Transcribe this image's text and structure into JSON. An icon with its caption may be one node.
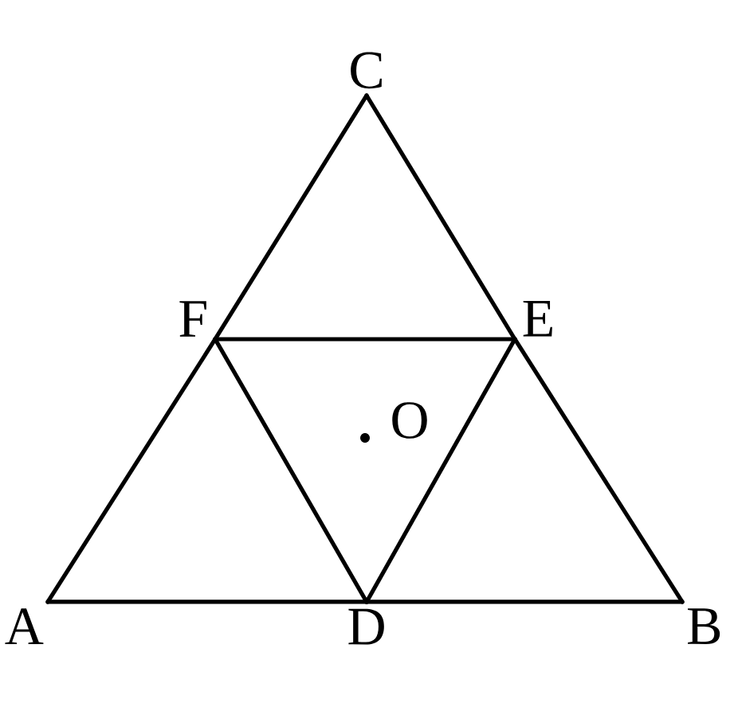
{
  "diagram": {
    "nodes": [
      {
        "text": [
          "A"
        ]
      },
      {
        "text": [
          "B"
        ]
      },
      {
        "text": [
          "C"
        ]
      },
      {
        "text": [
          "D"
        ]
      },
      {
        "text": [
          "E"
        ]
      },
      {
        "text": [
          "F"
        ]
      }
    ],
    "edges": [
      {
        "from": 0,
        "to": 3,
        "arrow": "none"
      },
      {
        "from": 3,
        "to": 1,
        "arrow": "none"
      },
      {
        "from": 1,
        "to": 4,
        "arrow": "none"
      },
      {
        "from": 4,
        "to": 2,
        "arrow": "none"
      },
      {
        "from": 2,
        "to": 5,
        "arrow": "none"
      },
      {
        "from": 5,
        "to": 0,
        "arrow": "none"
      },
      {
        "from": 5,
        "to": 4,
        "arrow": "none"
      },
      {
        "from": 4,
        "to": 3,
        "arrow": "none"
      },
      {
        "from": 3,
        "to": 5,
        "arrow": "none"
      }
    ],
    "labels": [
      "O"
    ]
  }
}
